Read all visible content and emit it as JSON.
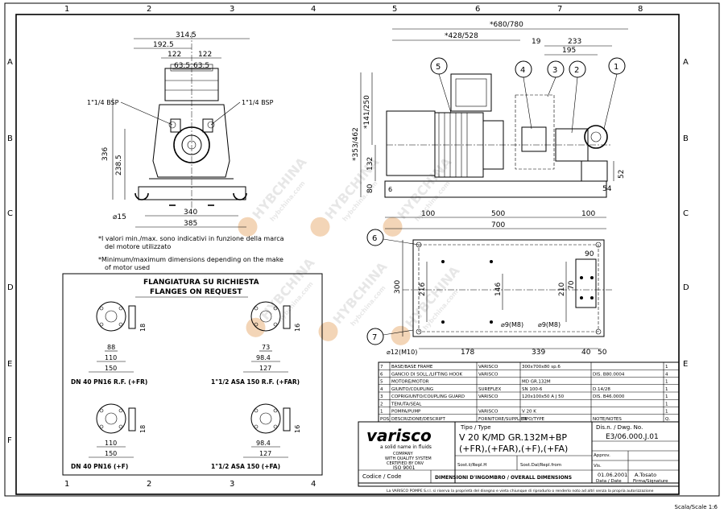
{
  "grid": {
    "columns": [
      "1",
      "2",
      "3",
      "4",
      "5",
      "6",
      "7",
      "8"
    ],
    "rows": [
      "A",
      "B",
      "C",
      "D",
      "E",
      "F"
    ]
  },
  "front_view": {
    "dims": [
      "314.5",
      "192.5",
      "122",
      "122",
      "63.5",
      "63.5",
      "336",
      "238.5",
      "⌀15",
      "340",
      "385"
    ],
    "bsp_left": "1\"1/4 BSP",
    "bsp_right": "1\"1/4 BSP"
  },
  "side_view": {
    "top_dims": [
      "*680/780",
      "*428/528",
      "19",
      "233",
      "195"
    ],
    "left_dims": [
      "*141/250",
      "*353/462",
      "132",
      "80",
      "6"
    ],
    "right_dims": [
      "52",
      "54"
    ],
    "bottom_dims": [
      "100",
      "500",
      "100",
      "700"
    ],
    "balloons": [
      "5",
      "4",
      "3",
      "2",
      "1"
    ]
  },
  "plan_view": {
    "dims": [
      "90",
      "300",
      "216",
      "146",
      "210",
      "70",
      "⌀9(M8)",
      "⌀9(M8)",
      "⌀12(M10)",
      "178",
      "339",
      "40",
      "50"
    ],
    "balloons": [
      "6",
      "7"
    ]
  },
  "notes": [
    "*I valori min./max. sono indicativi in funzione della marca",
    "del motore utilizzato",
    "*Minimum/maximum dimensions depending on the make",
    "of motor used"
  ],
  "flanges": {
    "title1": "FLANGIATURA SU RICHIESTA",
    "title2": "FLANGES ON REQUEST",
    "items": [
      {
        "dims": [
          "18",
          "88",
          "110",
          "150"
        ],
        "label": "DN 40 PN16 R.F. (+FR)"
      },
      {
        "dims": [
          "16",
          "73",
          "98.4",
          "127"
        ],
        "label": "1\"1/2 ASA 150 R.F. (+FAR)"
      },
      {
        "dims": [
          "18",
          "110",
          "150"
        ],
        "label": "DN 40 PN16 (+F)"
      },
      {
        "dims": [
          "16",
          "98.4",
          "127"
        ],
        "label": "1\"1/2 ASA 150 (+FA)"
      }
    ]
  },
  "bom": {
    "headers": [
      "POS",
      "DESCRIZIONE/DESCRIPT",
      "FORNITORE/SUPPLIER",
      "TIPO/TYPE",
      "NOTE/NOTES",
      "Q."
    ],
    "rows": [
      [
        "7",
        "BASE/BASE FRAME",
        "VARISCO",
        "300x700x80 sp.6",
        "",
        "1"
      ],
      [
        "6",
        "GANCIO DI SOLL./LIFTING HOOK",
        "VARISCO",
        "",
        "DIS. B80.0004",
        "4"
      ],
      [
        "5",
        "MOTORE/MOTOR",
        "",
        "MD GR.132M",
        "",
        "1"
      ],
      [
        "4",
        "GIUNTO/COUPLING",
        "SUREFLEX",
        "SN 100-6",
        "D.14/28",
        "1"
      ],
      [
        "3",
        "COPRIGIUNTO/COUPLING GUARD",
        "VARISCO",
        "120x100x50 A J 50",
        "DIS. B46.0000",
        "1"
      ],
      [
        "2",
        "TENUTA/SEAL",
        "",
        "",
        "",
        "1"
      ],
      [
        "1",
        "POMPA/PUMP",
        "VARISCO",
        "V 20 K",
        "",
        "1"
      ]
    ]
  },
  "title_block": {
    "logo": "varisco",
    "tagline": "a solid name in fluids",
    "cert": [
      "COMPANY",
      "WITH QUALITY SYSTEM",
      "CERTIFIED BY DNV",
      "ISO 9001"
    ],
    "tipo_label": "Tipo / Type",
    "tipo_line1": "V 20 K/MD GR.132M+BP",
    "tipo_line2": "(+FR),(+FAR),(+F),(+FA)",
    "dis_label": "Dis.n. / Dwg. No.",
    "dis_no": "E3/06.000.J.01",
    "sost_da": "Sost.ii/Repl.H",
    "sost_from": "Sost.Dal/Repl.from",
    "approv": "Approv.",
    "vis": "Vis.",
    "date": "01.06.2001",
    "signature": "A.Tosato",
    "date_label": "Data / Date",
    "firma_label": "Firma/Signature",
    "codice": "Codice / Code",
    "desc": "DIMENSIONI D'INGOMBRO / OVERALL DIMENSIONS",
    "copyright": "La VARISCO POMPE S.r.l. si riserva la proprietà del disegno e vieta chiunque di riprodurlo o renderlo noto ad altri senza la propria autorizzazione"
  },
  "watermark": [
    "HYBCHINA",
    "hybchina.com",
    "HYBCHINA",
    "hybchina.com",
    "HYBCHINA",
    "hybchina.com",
    "HYBCHINA",
    "hybchina.com",
    "HYBCHINA",
    "hybchina.com",
    "HYBCHINA",
    "hybchina.com"
  ],
  "scale": "Scala/Scale 1:6"
}
